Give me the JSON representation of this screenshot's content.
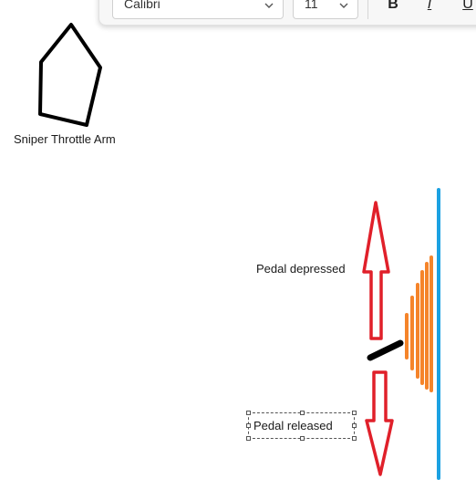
{
  "toolbar": {
    "font_family": "Calibri",
    "font_size": "11",
    "bold_label": "B",
    "italic_label": "I",
    "underline_label": "U"
  },
  "drawing": {
    "throttle_label": "Sniper Throttle Arm",
    "depressed_label": "Pedal depressed",
    "released_label": "Pedal released"
  },
  "colors": {
    "arrow": "#e0202a",
    "spring": "#f5842a",
    "wall": "#1ba1e2",
    "arm": "#000000"
  },
  "icons": {
    "chevron": "chevron-down-icon",
    "pentagon": "pentagon-shape",
    "arrow_up": "arrow-up-shape",
    "arrow_down": "arrow-down-shape"
  }
}
